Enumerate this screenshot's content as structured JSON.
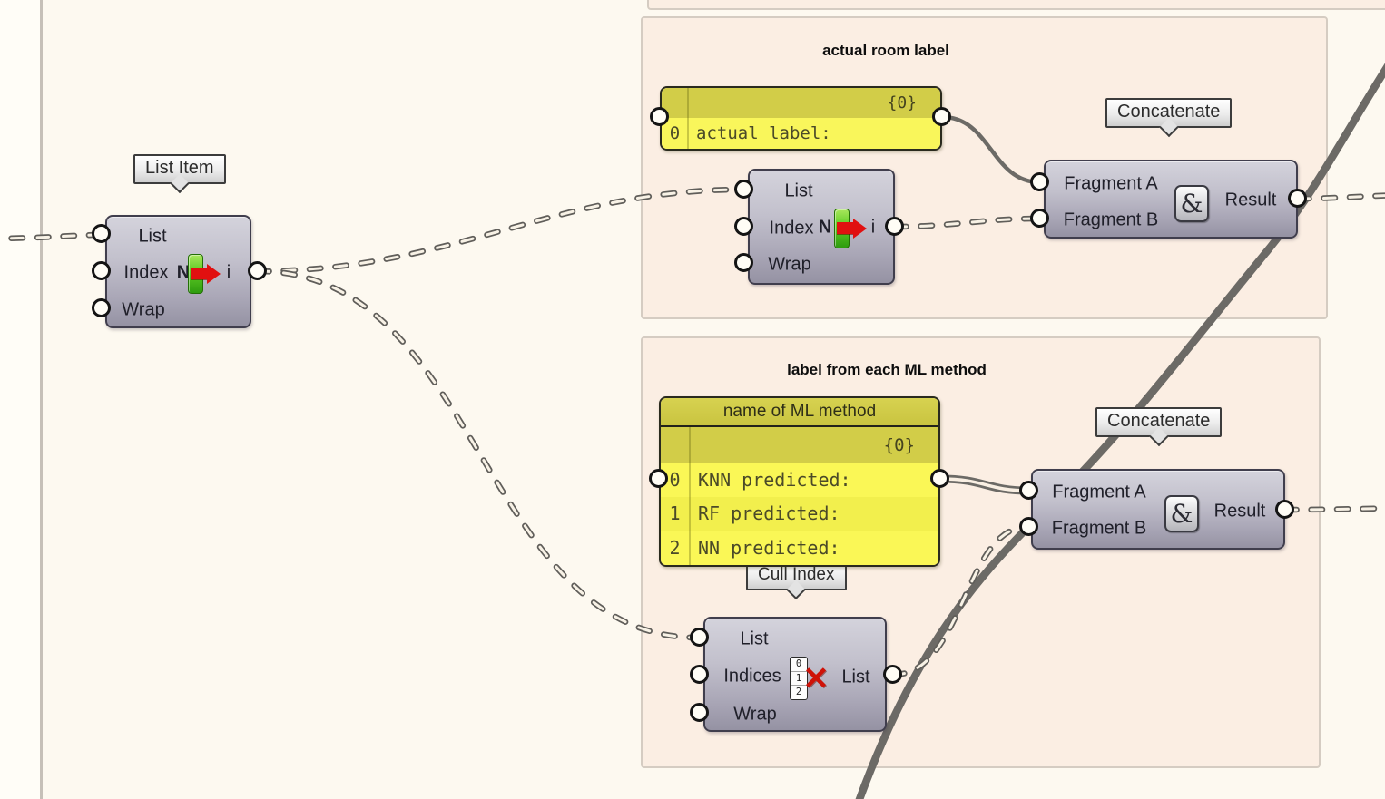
{
  "groups": {
    "actual_room_label": {
      "title": "actual room label"
    },
    "ml_method": {
      "title": "label from each ML method"
    }
  },
  "panels": {
    "actual_label": {
      "path": "{0}",
      "rows": [
        {
          "index": "0",
          "text": "actual label:"
        }
      ]
    },
    "ml_names": {
      "title": "name of ML method",
      "path": "{0}",
      "rows": [
        {
          "index": "0",
          "text": "KNN predicted:"
        },
        {
          "index": "1",
          "text": "RF predicted:"
        },
        {
          "index": "2",
          "text": "NN predicted:"
        }
      ]
    }
  },
  "components": {
    "list_item_1": {
      "tooltip": "List Item",
      "in1": "List",
      "in2": "Index",
      "in3": "Wrap",
      "icon_n": "N",
      "icon_i": "i"
    },
    "list_item_2": {
      "in1": "List",
      "in2": "Index",
      "in3": "Wrap",
      "icon_n": "N",
      "icon_i": "i"
    },
    "cull_index": {
      "tooltip": "Cull Index",
      "in1": "List",
      "in2": "Indices",
      "in3": "Wrap",
      "out": "List",
      "icon_digits": [
        "0",
        "1",
        "2"
      ],
      "icon_x": "✕"
    },
    "concat_1": {
      "tooltip": "Concatenate",
      "in1": "Fragment A",
      "in2": "Fragment B",
      "icon": "&",
      "out": "Result"
    },
    "concat_2": {
      "tooltip": "Concatenate",
      "in1": "Fragment A",
      "in2": "Fragment B",
      "icon": "&",
      "out": "Result"
    }
  },
  "colors": {
    "canvas_bg": "#fdf9f0",
    "group_fill": "#fbeee3",
    "panel_yellow": "#f9f657",
    "panel_olive": "#d2cd48",
    "wire_gray": "#605e5a",
    "component_accent": "#a9a6b6"
  }
}
